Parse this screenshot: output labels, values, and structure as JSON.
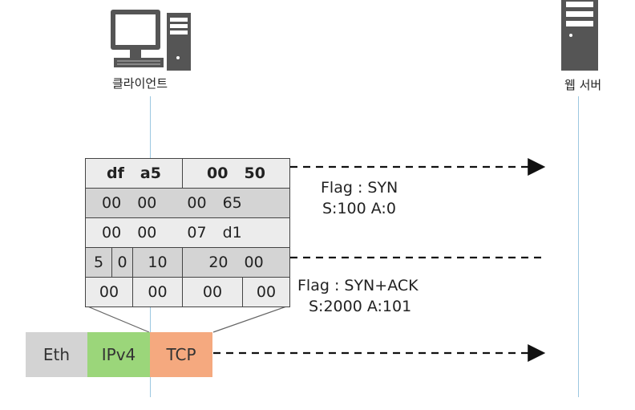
{
  "hosts": {
    "client_label": "클라이언트",
    "server_label": "웹 서버"
  },
  "icons": {
    "client": "desktop-computer-icon",
    "server": "server-tower-icon"
  },
  "tcp_header": {
    "row1": {
      "src_port": [
        "df",
        "a5"
      ],
      "dst_port": [
        "00",
        "50"
      ]
    },
    "row2": [
      "00",
      "00",
      "00",
      "65"
    ],
    "row3": [
      "00",
      "00",
      "07",
      "d1"
    ],
    "row4": [
      "5",
      "0",
      "10",
      "20",
      "00"
    ],
    "row5": [
      "00",
      "00",
      "00",
      "00"
    ]
  },
  "messages": [
    {
      "line1": "Flag : SYN",
      "line2": "S:100 A:0"
    },
    {
      "line1": "Flag : SYN+ACK",
      "line2": "S:2000 A:101"
    }
  ],
  "packet": {
    "eth": "Eth",
    "ipv4": "IPv4",
    "tcp": "TCP"
  },
  "colors": {
    "eth": "#d3d3d3",
    "ipv4": "#9bd67a",
    "tcp": "#f5a97f",
    "lifeline": "#9cc7e0"
  }
}
